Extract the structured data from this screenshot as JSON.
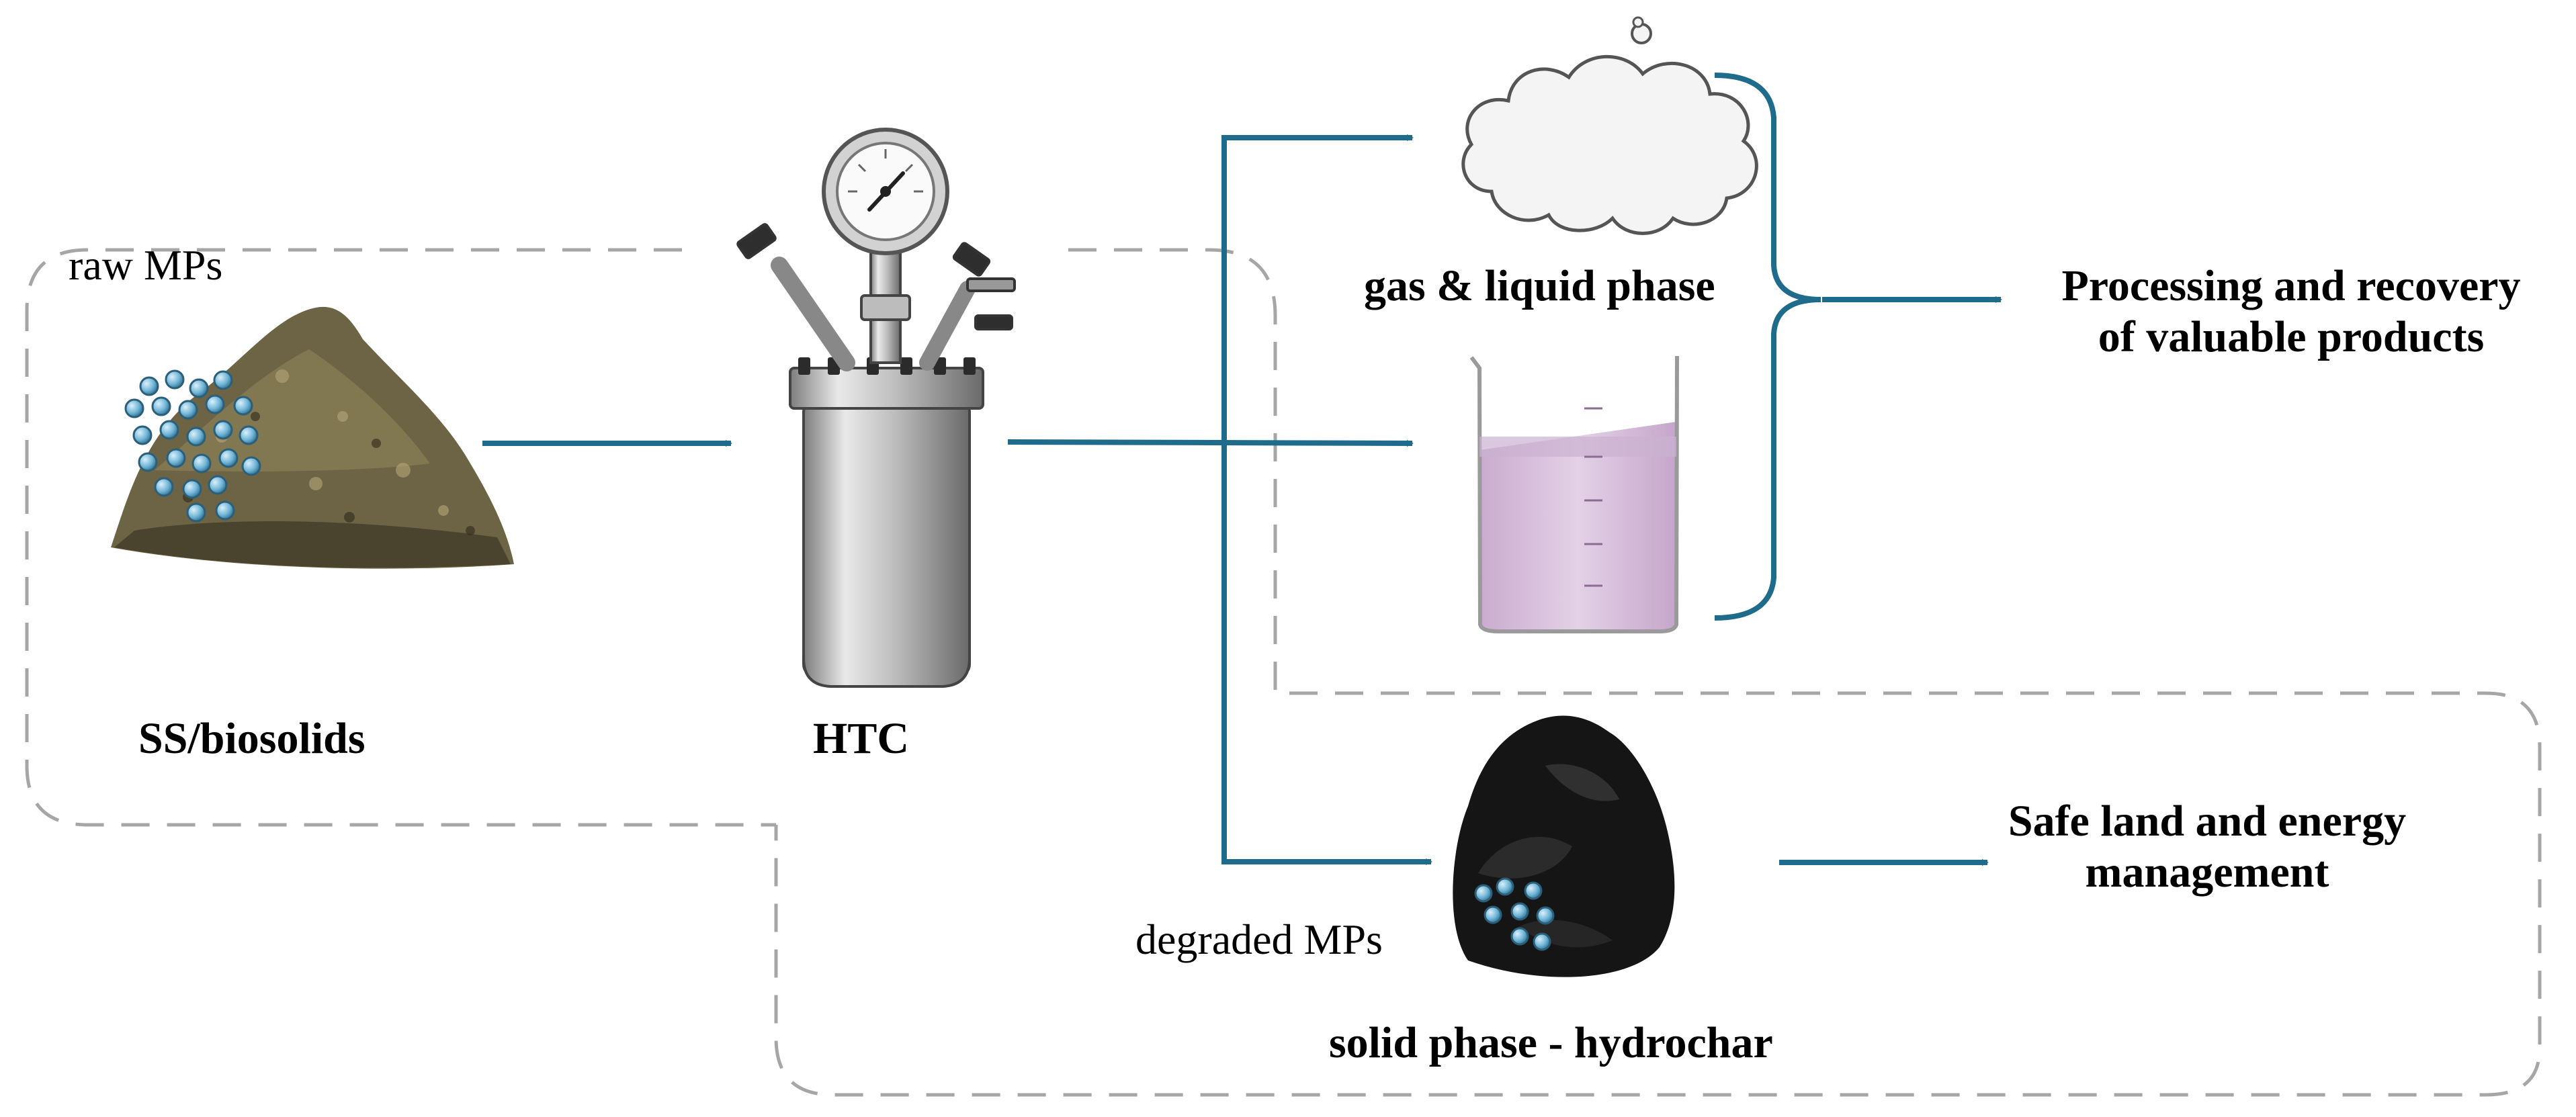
{
  "labels": {
    "raw_mps": "raw MPs",
    "ss_biosolids": "SS/biosolids",
    "htc": "HTC",
    "gas_liquid": "gas & liquid phase",
    "processing_line1": "Processing and recovery",
    "processing_line2": "of valuable products",
    "solid_phase": "solid phase - hydrochar",
    "safe_line1": "Safe land and energy",
    "safe_line2": "management",
    "degraded_mps": "degraded MPs"
  },
  "colors": {
    "arrow": "#1f6b8c",
    "dashed_border": "#a6a6a6",
    "microplastic": "#6fb4d6",
    "liquid": "#d8c3dd",
    "hydrochar": "#151515",
    "sludge": "#6d6445"
  }
}
